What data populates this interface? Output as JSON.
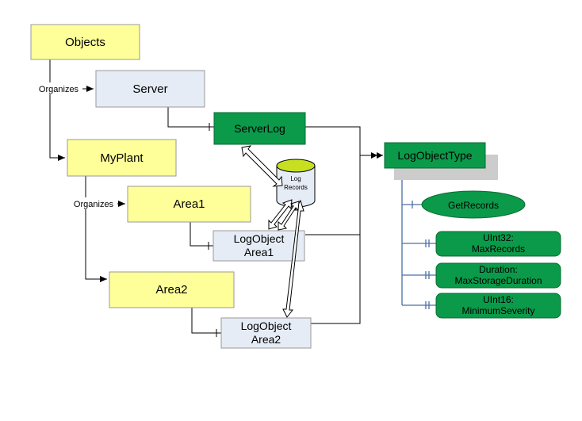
{
  "colors": {
    "yellow_box": "#ffff99",
    "blue_box": "#e6ecf5",
    "green_box": "#0b9a4a",
    "green_stroke": "#0a6b33",
    "line": "#000000",
    "member_line": "#4a6fa5",
    "shadow": "#bfbfbf",
    "db_top": "#c6e021"
  },
  "nodes": {
    "objects": "Objects",
    "server": "Server",
    "serverlog": "ServerLog",
    "myplant": "MyPlant",
    "area1": "Area1",
    "area2": "Area2",
    "logobject_area1_l1": "LogObject",
    "logobject_area1_l2": "Area1",
    "logobject_area2_l1": "LogObject",
    "logobject_area2_l2": "Area2",
    "logobjecttype": "LogObjectType",
    "log_records_l1": "Log",
    "log_records_l2": "Records"
  },
  "edge_labels": {
    "organizes_1": "Organizes",
    "organizes_2": "Organizes"
  },
  "members": {
    "getrecords": "GetRecords",
    "maxrecords_type": "UInt32:",
    "maxrecords_name": "MaxRecords",
    "maxstorage_type": "Duration:",
    "maxstorage_name": "MaxStorageDuration",
    "minseverity_type": "UInt16:",
    "minseverity_name": "MinimumSeverity"
  }
}
